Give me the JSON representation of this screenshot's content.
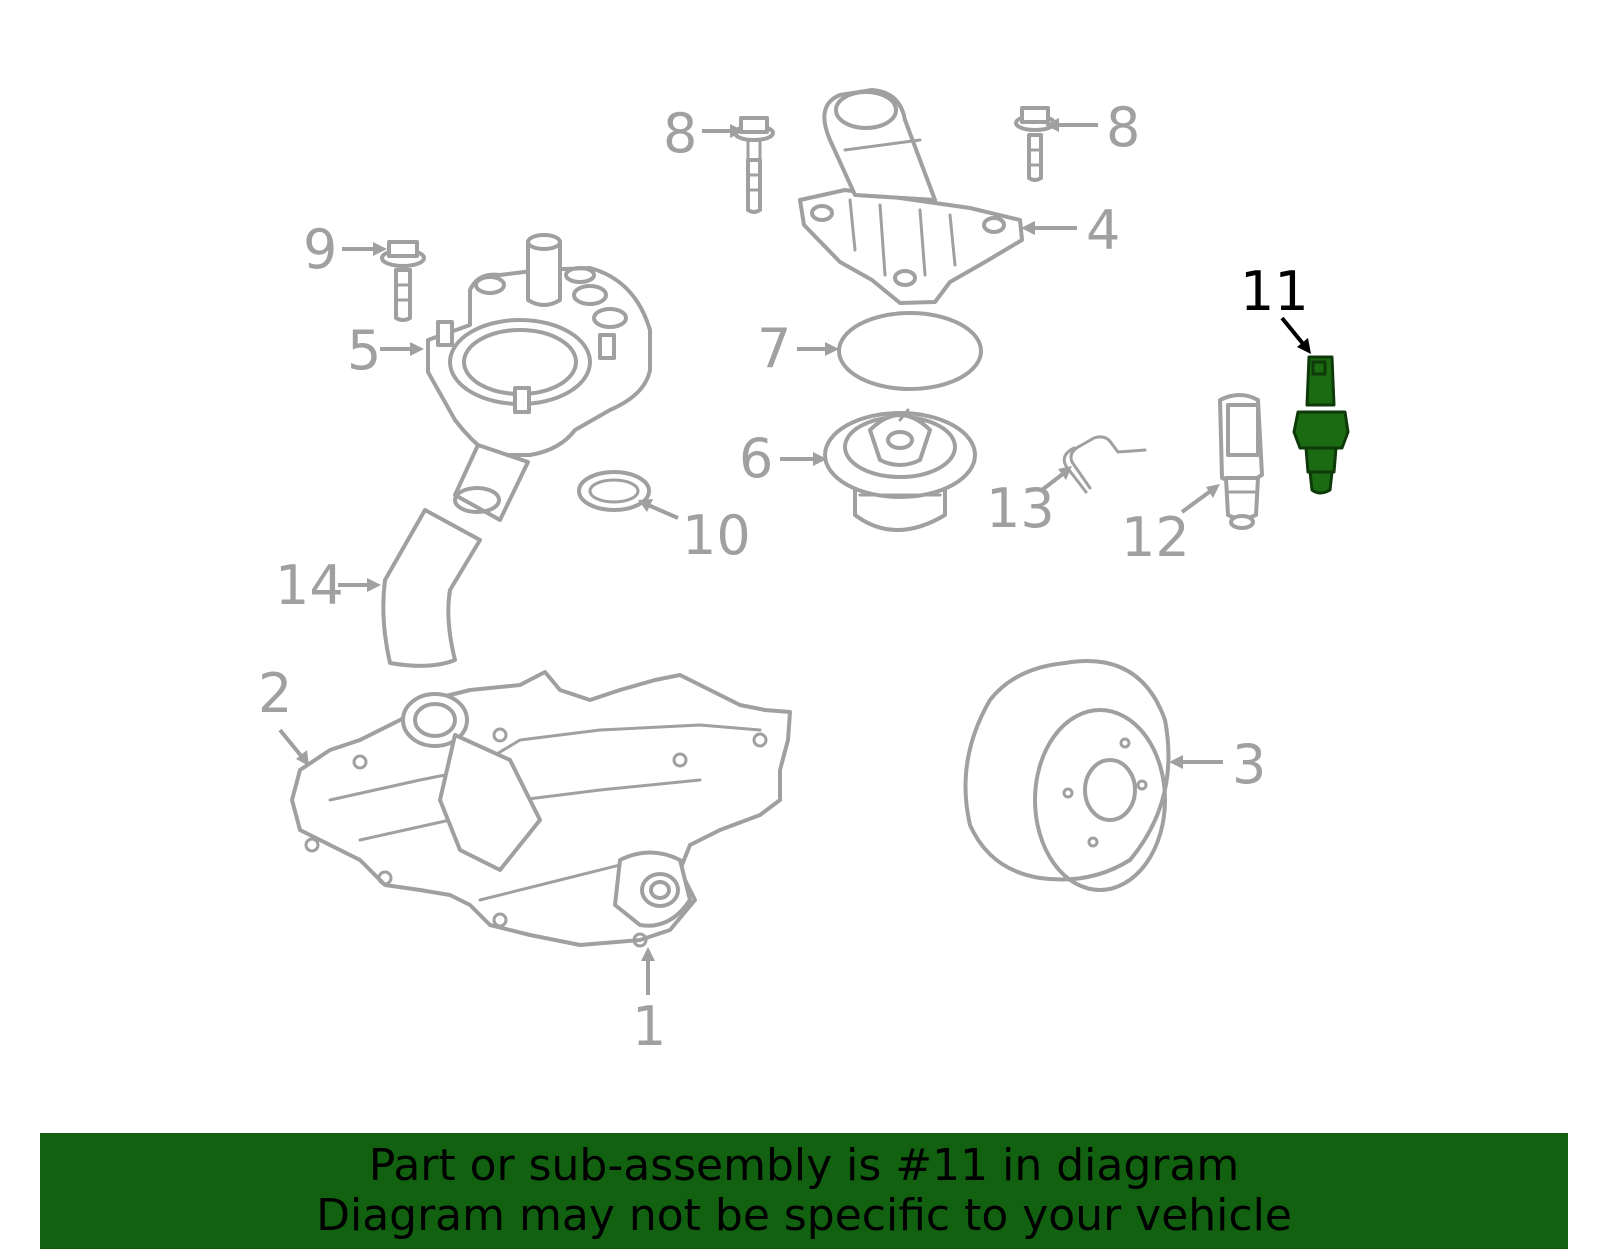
{
  "callouts": {
    "c1": "1",
    "c2": "2",
    "c3": "3",
    "c4": "4",
    "c5": "5",
    "c6": "6",
    "c7": "7",
    "c8a": "8",
    "c8b": "8",
    "c9": "9",
    "c10": "10",
    "c11": "11",
    "c12": "12",
    "c13": "13",
    "c14": "14"
  },
  "highlight": {
    "part_number": "11",
    "color": "#116111"
  },
  "banner": {
    "line1": "Part or sub-assembly is #11 in diagram",
    "line2": "Diagram may not be specific to your vehicle"
  }
}
